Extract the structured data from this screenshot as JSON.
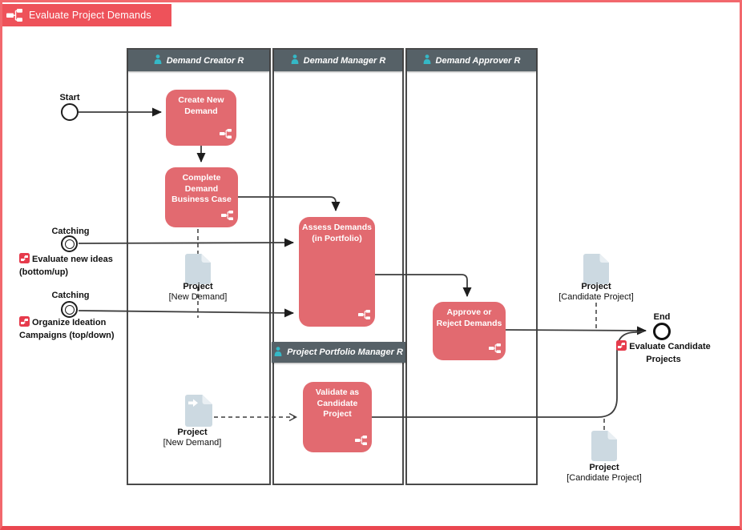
{
  "diagram": {
    "title": "Evaluate Project Demands",
    "colors": {
      "accent": "#ee525a",
      "frame": "#f2686d",
      "task": "#e26a70",
      "lane-header": "#566167",
      "doc": "#ccd9e1",
      "doc-fold": "#e9eff3",
      "person": "#35b8c6",
      "line": "#3d3d3d"
    }
  },
  "lanes": [
    {
      "label": "Demand Creator R"
    },
    {
      "label": "Demand Manager R"
    },
    {
      "label": "Demand Approver R"
    },
    {
      "label": "Project Portfolio Manager R"
    }
  ],
  "tasks": [
    {
      "label": "Create New Demand"
    },
    {
      "label": "Complete Demand Business Case"
    },
    {
      "label": "Assess Demands (in Portfolio)"
    },
    {
      "label": "Approve or Reject Demands"
    },
    {
      "label": "Validate as Candidate Project"
    }
  ],
  "events": {
    "start": {
      "label": "Start"
    },
    "catching_top": {
      "label": "Catching"
    },
    "catching_bottom": {
      "label": "Catching"
    },
    "end": {
      "label": "End"
    }
  },
  "process_links": [
    {
      "label": "Evaluate new ideas (bottom/up)"
    },
    {
      "label": "Organize Ideation Campaigns (top/down)"
    },
    {
      "label": "Evaluate Candidate Projects"
    }
  ],
  "documents": [
    {
      "name": "Project",
      "state": "[New Demand]"
    },
    {
      "name": "Project",
      "state": "[Candidate Project]"
    },
    {
      "name": "Project",
      "state": "[New Demand]"
    },
    {
      "name": "Project",
      "state": "[Candidate Project]"
    }
  ]
}
